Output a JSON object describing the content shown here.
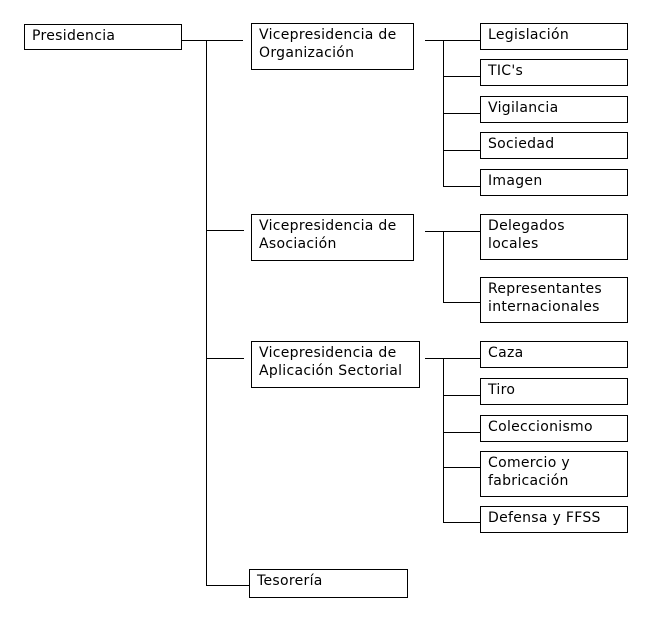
{
  "nodes": {
    "presidencia": "Presidencia",
    "vp_organizacion": "Vicepresidencia de\nOrganización",
    "vp_asociacion": "Vicepresidencia de\nAsociación",
    "vp_aplicacion": "Vicepresidencia de\nAplicación Sectorial",
    "tesoreria": "Tesorería",
    "legislacion": "Legislación",
    "tics": "TIC's",
    "vigilancia": "Vigilancia",
    "sociedad": "Sociedad",
    "imagen": "Imagen",
    "delegados": "Delegados\nlocales",
    "representantes": "Representantes\ninternacionales",
    "caza": "Caza",
    "tiro": "Tiro",
    "coleccionismo": "Coleccionismo",
    "comercio": "Comercio y\nfabricación",
    "defensa": "Defensa y FFSS"
  }
}
